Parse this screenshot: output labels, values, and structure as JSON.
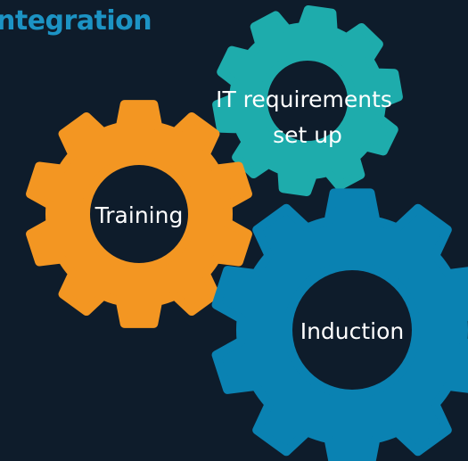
{
  "title": "ntegration",
  "colors": {
    "background": "#0e1c2b",
    "title": "#1c93c4",
    "training_gear": "#f39622",
    "it_gear": "#1eacac",
    "induction_gear": "#0a82b2",
    "label": "#ffffff"
  },
  "gears": [
    {
      "id": "training",
      "label_lines": [
        "Training"
      ],
      "icon": "gear-icon"
    },
    {
      "id": "it",
      "label_lines": [
        "IT requirements",
        "set up"
      ],
      "icon": "gear-icon"
    },
    {
      "id": "induction",
      "label_lines": [
        "Induction"
      ],
      "icon": "gear-icon"
    }
  ]
}
